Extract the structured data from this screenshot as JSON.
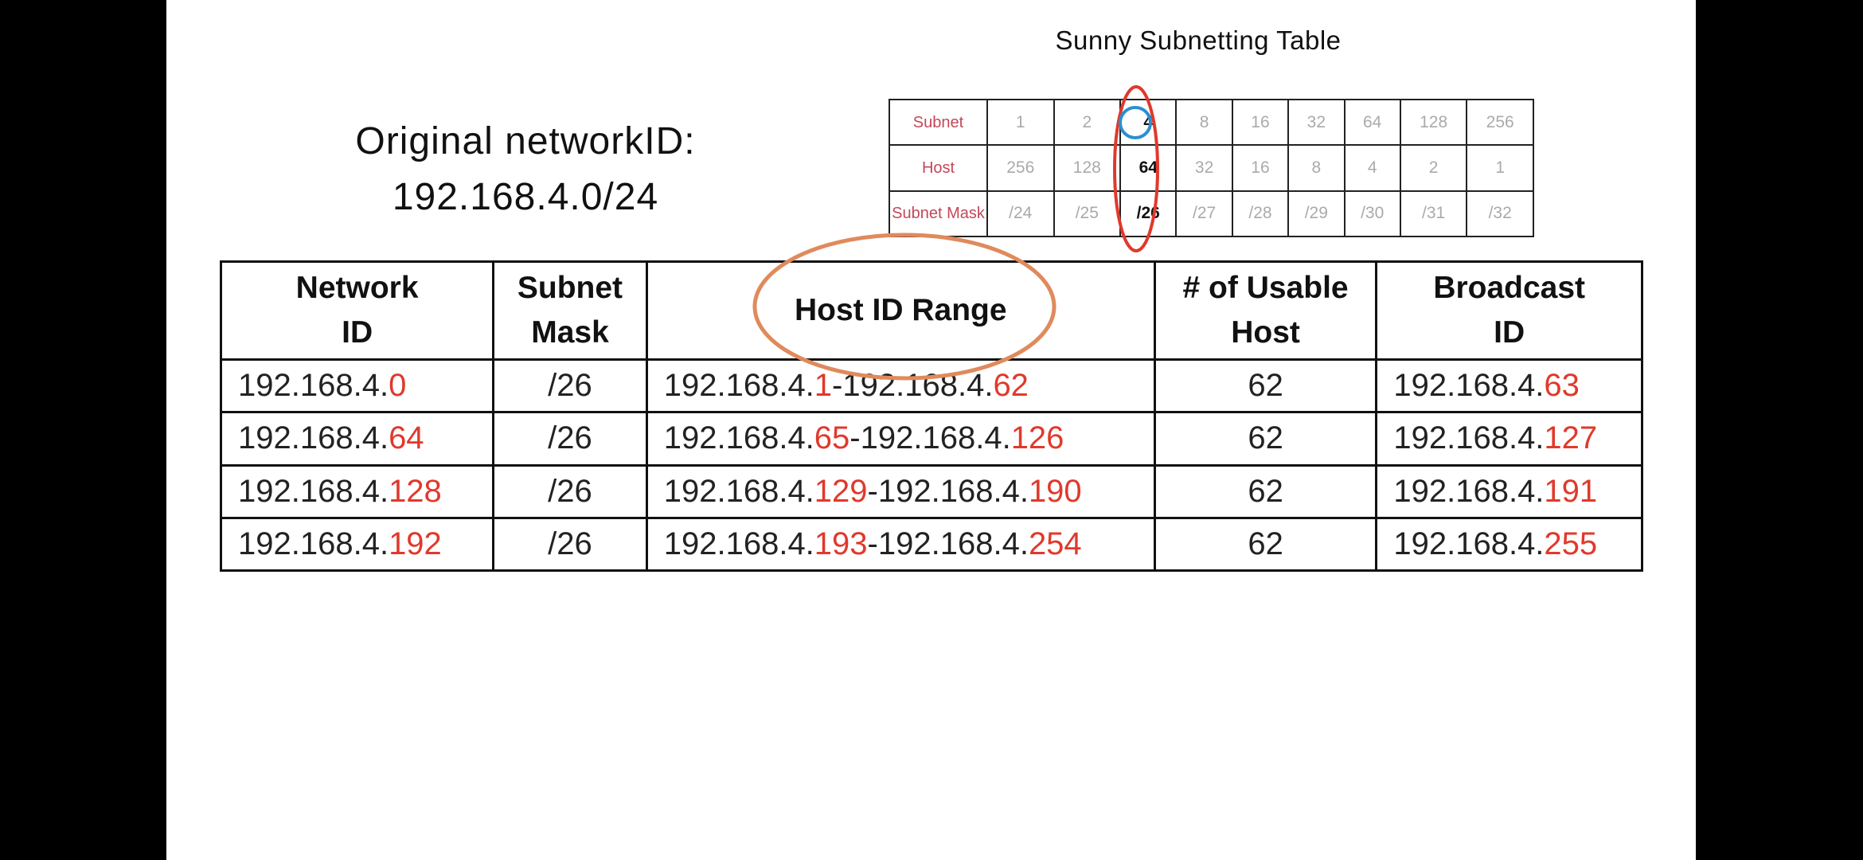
{
  "sunny_table": {
    "title": "Sunny Subnetting Table",
    "rows": [
      {
        "label": "Subnet",
        "values": [
          "1",
          "2",
          "4",
          "8",
          "16",
          "32",
          "64",
          "128",
          "256"
        ]
      },
      {
        "label": "Host",
        "values": [
          "256",
          "128",
          "64",
          "32",
          "16",
          "8",
          "4",
          "2",
          "1"
        ]
      },
      {
        "label": "Subnet Mask",
        "values": [
          "/24",
          "/25",
          "/26",
          "/27",
          "/28",
          "/29",
          "/30",
          "/31",
          "/32"
        ]
      }
    ],
    "selected_column": 2
  },
  "original": {
    "label": "Original networkID:",
    "value": "192.168.4.0/24"
  },
  "main_table": {
    "headers": [
      "Network ID",
      "Subnet Mask",
      "Host ID Range",
      "# of Usable Host",
      "Broadcast ID"
    ],
    "header_lines": [
      [
        "Network",
        "ID"
      ],
      [
        "Subnet",
        "Mask"
      ],
      [
        "Host ID Range"
      ],
      [
        "# of Usable",
        "Host"
      ],
      [
        "Broadcast",
        "ID"
      ]
    ],
    "rows": [
      {
        "network": [
          "192.168.4.",
          "0"
        ],
        "mask": "/26",
        "range": [
          "192.168.4.",
          "1",
          "-192.168.4.",
          "62"
        ],
        "usable": "62",
        "broadcast": [
          "192.168.4.",
          "63"
        ]
      },
      {
        "network": [
          "192.168.4.",
          "64"
        ],
        "mask": "/26",
        "range": [
          "192.168.4.",
          "65",
          "-192.168.4.",
          "126"
        ],
        "usable": "62",
        "broadcast": [
          "192.168.4.",
          "127"
        ]
      },
      {
        "network": [
          "192.168.4.",
          "128"
        ],
        "mask": "/26",
        "range": [
          "192.168.4.",
          "129",
          "-192.168.4.",
          "190"
        ],
        "usable": "62",
        "broadcast": [
          "192.168.4.",
          "191"
        ]
      },
      {
        "network": [
          "192.168.4.",
          "192"
        ],
        "mask": "/26",
        "range": [
          "192.168.4.",
          "193",
          "-192.168.4.",
          "254"
        ],
        "usable": "62",
        "broadcast": [
          "192.168.4.",
          "255"
        ]
      }
    ]
  },
  "colors": {
    "highlight_red": "#e0392c",
    "ellipse_orange": "#e08a5c",
    "circle_blue": "#2a8fd0"
  }
}
